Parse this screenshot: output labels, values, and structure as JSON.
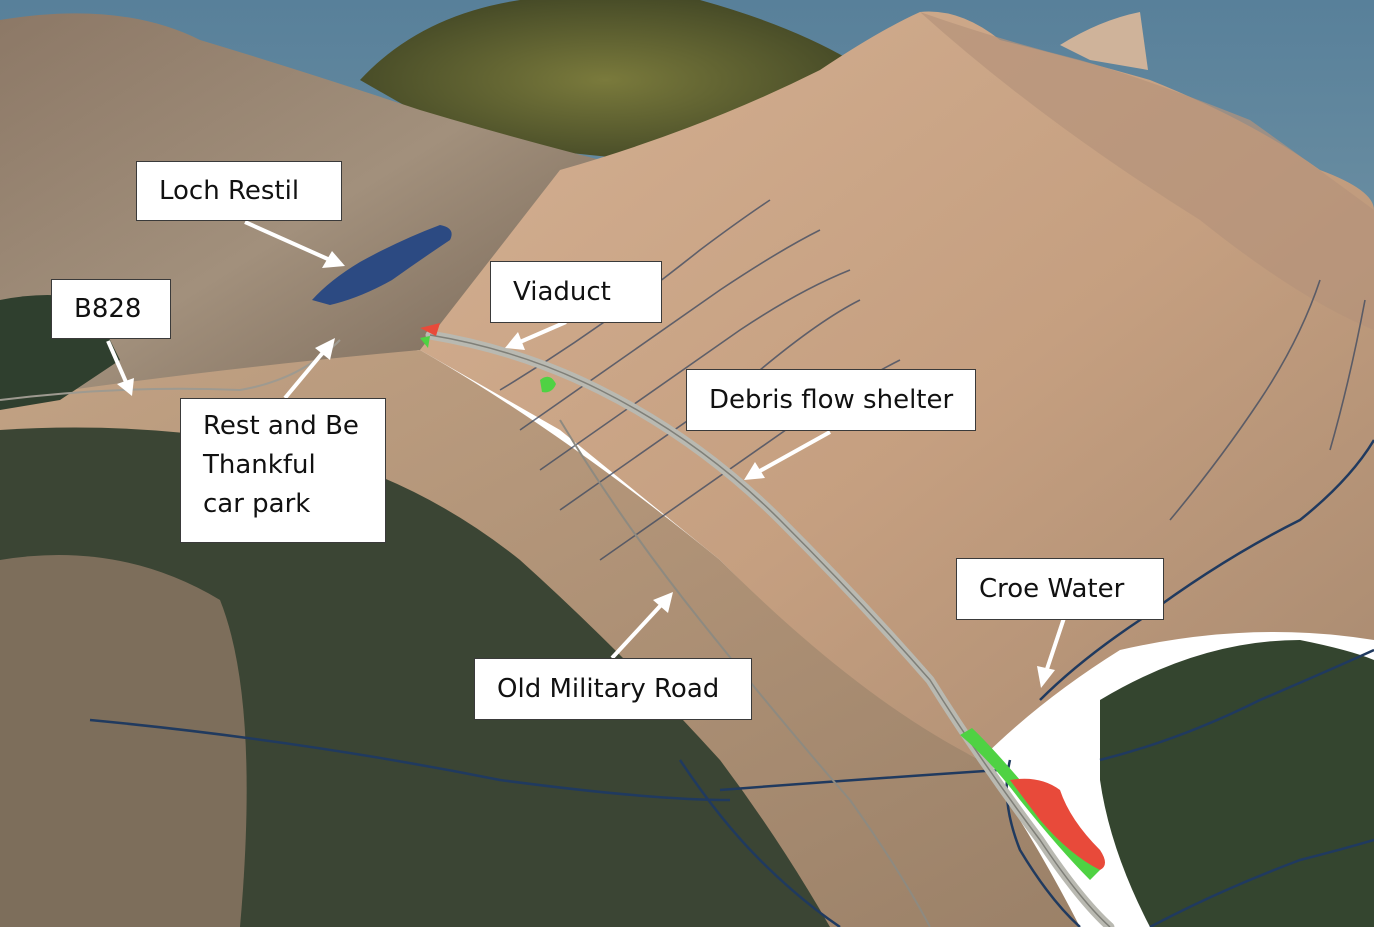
{
  "labels": {
    "loch_restil": "Loch Restil",
    "b828": "B828",
    "viaduct": "Viaduct",
    "car_park": [
      "Rest and Be",
      "Thankful",
      "car park"
    ],
    "debris_shelter": "Debris flow shelter",
    "croe_water": "Croe Water",
    "old_military_road": "Old Military Road"
  },
  "colors": {
    "sky": "#5a7f95",
    "terrain": "#c9a586",
    "terrain_shadow": "#7d6a57",
    "forest": "#2f3f2e",
    "loch": "#2c4a82",
    "river": "#203a5f",
    "road": "#b9b9b1",
    "highlight_green": "#4fd243",
    "highlight_red": "#e84a3a",
    "arrow": "#ffffff"
  }
}
